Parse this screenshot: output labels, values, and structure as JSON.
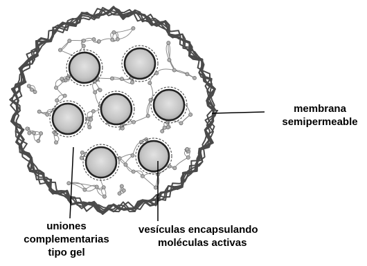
{
  "labels": {
    "membrane": [
      "membrana",
      "semipermeable"
    ],
    "unions": [
      "uniones",
      "complementarias",
      "tipo gel"
    ],
    "vesicles": [
      "vesículas encapsulando",
      "moléculas activas"
    ]
  },
  "colors": {
    "membrane": "#4a4a4a",
    "network": "#8a8a8a",
    "node": "#b0b0b0",
    "vesicle_fill": "#c8c8c8",
    "vesicle_ring": "#222222",
    "text": "#000000"
  },
  "vesicle_count": 7
}
